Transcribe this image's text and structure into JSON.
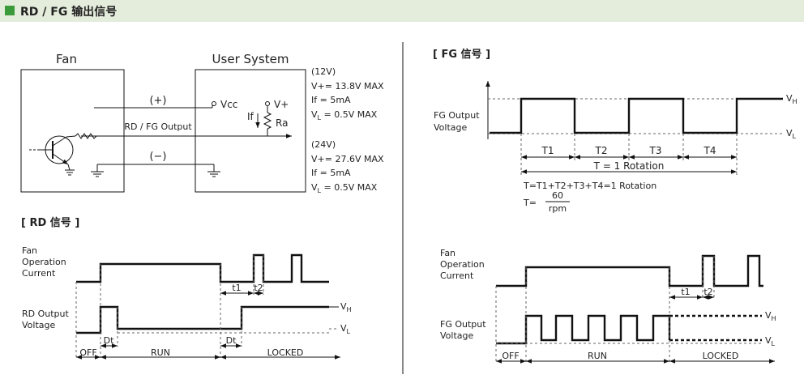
{
  "header": {
    "title": "RD / FG 输出信号"
  },
  "circuit": {
    "fan_label": "Fan",
    "user_label": "User System",
    "plus": "(+)",
    "minus": "(−)",
    "signal": "RD / FG Output",
    "vcc": "Vcc",
    "vplus": "V+",
    "if": "If",
    "ra": "Ra",
    "spec12": {
      "head": "(12V)",
      "l1": "V+= 13.8V MAX",
      "l2": "If    = 5mA",
      "l3v": "V",
      "l3sub": "L",
      "l3": " = 0.5V MAX"
    },
    "spec24": {
      "head": "(24V)",
      "l1": "V+= 27.6V MAX",
      "l2": "If    = 5mA",
      "l3v": "V",
      "l3sub": "L",
      "l3": " = 0.5V MAX"
    }
  },
  "rd": {
    "title": "[ RD 信号 ]",
    "fan_current": [
      "Fan",
      "Operation",
      "Current"
    ],
    "output_voltage": [
      "RD Output",
      "Voltage"
    ],
    "vh": "V",
    "vh_sub": "H",
    "vl": "V",
    "vl_sub": "L",
    "t1": "t1",
    "t2": "t2",
    "dt": "Dt",
    "off": "OFF",
    "run": "RUN",
    "locked": "LOCKED"
  },
  "fg": {
    "title": "[ FG 信号 ]",
    "output_voltage": [
      "FG Output",
      "Voltage"
    ],
    "vh": "V",
    "vh_sub": "H",
    "vl": "V",
    "vl_sub": "L",
    "periods": [
      "T1",
      "T2",
      "T3",
      "T4"
    ],
    "rotation": "T = 1 Rotation",
    "formula1": "T=T1+T2+T3+T4=1 Rotation",
    "formula2_lhs": "T=",
    "formula2_num": "60",
    "formula2_den": "rpm",
    "fan_current": [
      "Fan",
      "Operation",
      "Current"
    ],
    "output_voltage2": [
      "FG Output",
      "Voltage"
    ],
    "t1": "t1",
    "t2": "t2",
    "off": "OFF",
    "run": "RUN",
    "locked": "LOCKED"
  }
}
